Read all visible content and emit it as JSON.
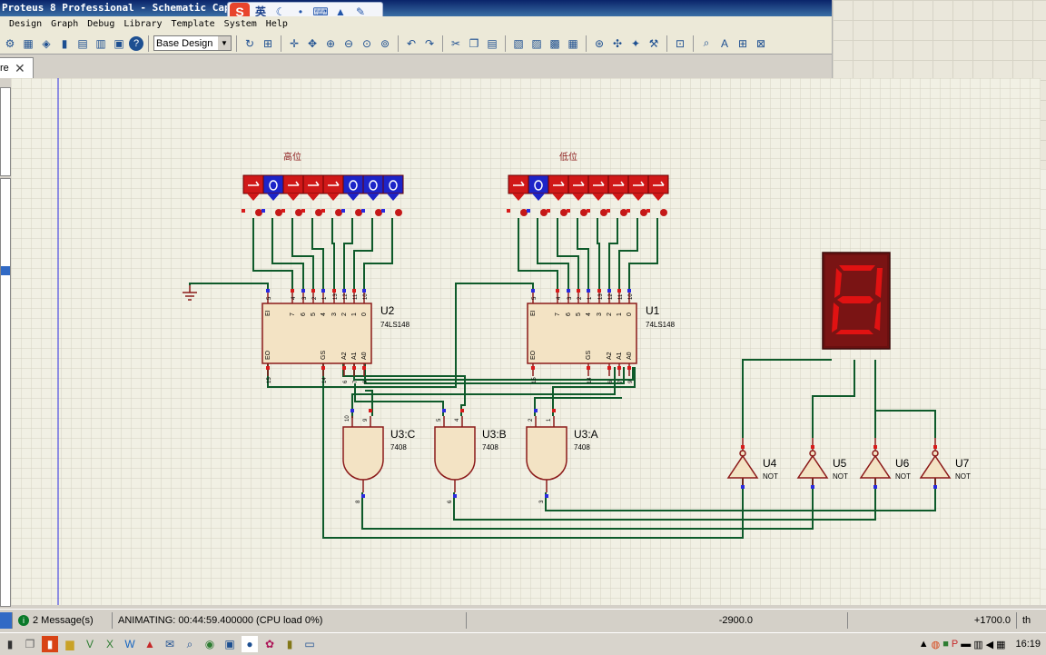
{
  "window": {
    "title": "Proteus 8 Professional - Schematic Capt"
  },
  "ime_bar": {
    "logo": "S",
    "lang": "英",
    "icons": [
      "moon-icon",
      "dot-icon",
      "keyboard-icon",
      "shirt-icon",
      "wrench-icon"
    ]
  },
  "menu": {
    "items": [
      "Design",
      "Graph",
      "Debug",
      "Library",
      "Template",
      "System",
      "Help"
    ]
  },
  "toolbar": {
    "design_combo": "Base Design"
  },
  "tab": {
    "label": "re"
  },
  "schematic": {
    "label_high": "高位",
    "label_low": "低位",
    "switch_high": [
      "1",
      "0",
      "1",
      "1",
      "1",
      "0",
      "0",
      "0"
    ],
    "switch_low": [
      "1",
      "0",
      "1",
      "1",
      "1",
      "1",
      "1",
      "1"
    ],
    "u2": {
      "ref": "U2",
      "part": "74LS148"
    },
    "u1": {
      "ref": "U1",
      "part": "74LS148"
    },
    "pin_top": [
      "EI",
      "7",
      "6",
      "5",
      "4",
      "3",
      "2",
      "1",
      "0"
    ],
    "pin_bottom": [
      "EO",
      "GS",
      "A2",
      "A1",
      "A0"
    ],
    "pin_nums_top": [
      "5",
      "4",
      "3",
      "2",
      "1",
      "13",
      "12",
      "11",
      "10"
    ],
    "pin_nums_bottom": [
      "15",
      "14",
      "6",
      "7",
      "9"
    ],
    "gates": [
      {
        "ref": "U3:C",
        "part": "7408",
        "in_a": "10",
        "in_b": "9",
        "out": "8"
      },
      {
        "ref": "U3:B",
        "part": "7408",
        "in_a": "5",
        "in_b": "4",
        "out": "6"
      },
      {
        "ref": "U3:A",
        "part": "7408",
        "in_a": "2",
        "in_b": "1",
        "out": "3"
      }
    ],
    "inverters": [
      {
        "ref": "U4",
        "part": "NOT"
      },
      {
        "ref": "U5",
        "part": "NOT"
      },
      {
        "ref": "U6",
        "part": "NOT"
      },
      {
        "ref": "U7",
        "part": "NOT"
      }
    ],
    "display_digit": "E"
  },
  "status": {
    "messages": "2 Message(s)",
    "animating": "ANIMATING: 00:44:59.400000 (CPU load 0%)",
    "coord_x": "-2900.0",
    "coord_y": "+1700.0",
    "unit": "th"
  },
  "taskbar": {
    "clock": "16:19"
  },
  "colors": {
    "wire": "#0e5a2a",
    "part_outline": "#8b1a1a",
    "part_fill": "#f3e3c4",
    "switch_red": "#d01818",
    "switch_blue": "#1d24c8",
    "seg_on": "#e01212"
  }
}
